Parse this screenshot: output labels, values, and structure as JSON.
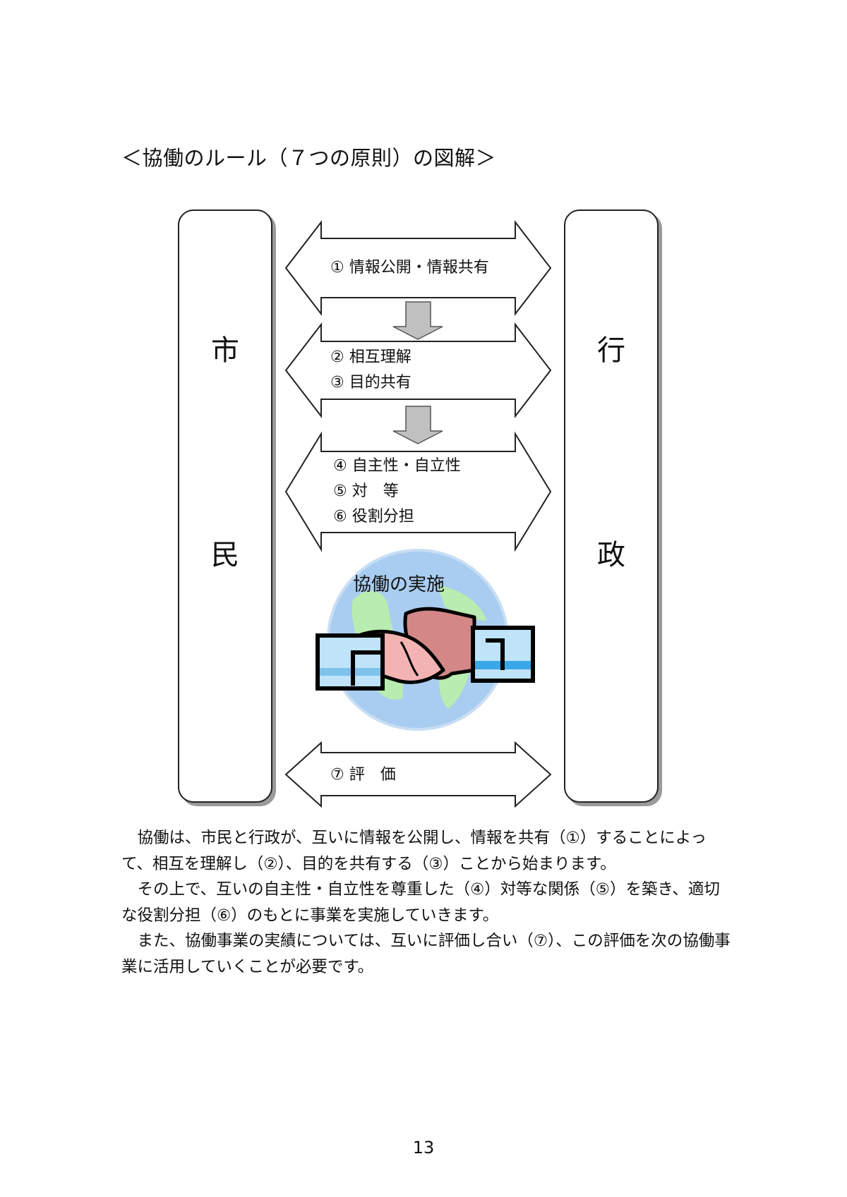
{
  "heading": "＜協働のルール（７つの原則）の図解＞",
  "citizen_box": {
    "top_char": "市",
    "bottom_char": "民"
  },
  "government_box": {
    "top_char": "行",
    "bottom_char": "政"
  },
  "arrows": [
    {
      "lines": [
        "① 情報公開・情報共有"
      ]
    },
    {
      "lines": [
        "② 相互理解",
        "③ 目的共有"
      ]
    },
    {
      "lines": [
        "④ 自主性・自立性",
        "⑤ 対　等",
        "⑥ 役割分担"
      ]
    },
    {
      "lines": [
        "⑦ 評　価"
      ]
    }
  ],
  "illustration": {
    "caption": "協働の実施",
    "icon": "handshake-over-globe"
  },
  "body_paragraphs": [
    "協働は、市民と行政が、互いに情報を公開し、情報を共有（①）することによって、相互を理解し（②）、目的を共有する（③）ことから始まります。",
    "その上で、互いの自主性・自立性を尊重した（④）対等な関係（⑤）を築き、適切な役割分担（⑥）のもとに事業を実施していきます。",
    "また、協働事業の実績については、互いに評価し合い（⑦）、この評価を次の協働事業に活用していくことが必要です。"
  ],
  "page_number": "13",
  "colors": {
    "arrow_fill": "#c0c0c0",
    "globe": "#a9cdf0",
    "land": "#b9ecb0",
    "hand": "#f4b3b3",
    "sleeve": "#bfe3f8",
    "sleeve_stripe": "#3aa7e8"
  }
}
